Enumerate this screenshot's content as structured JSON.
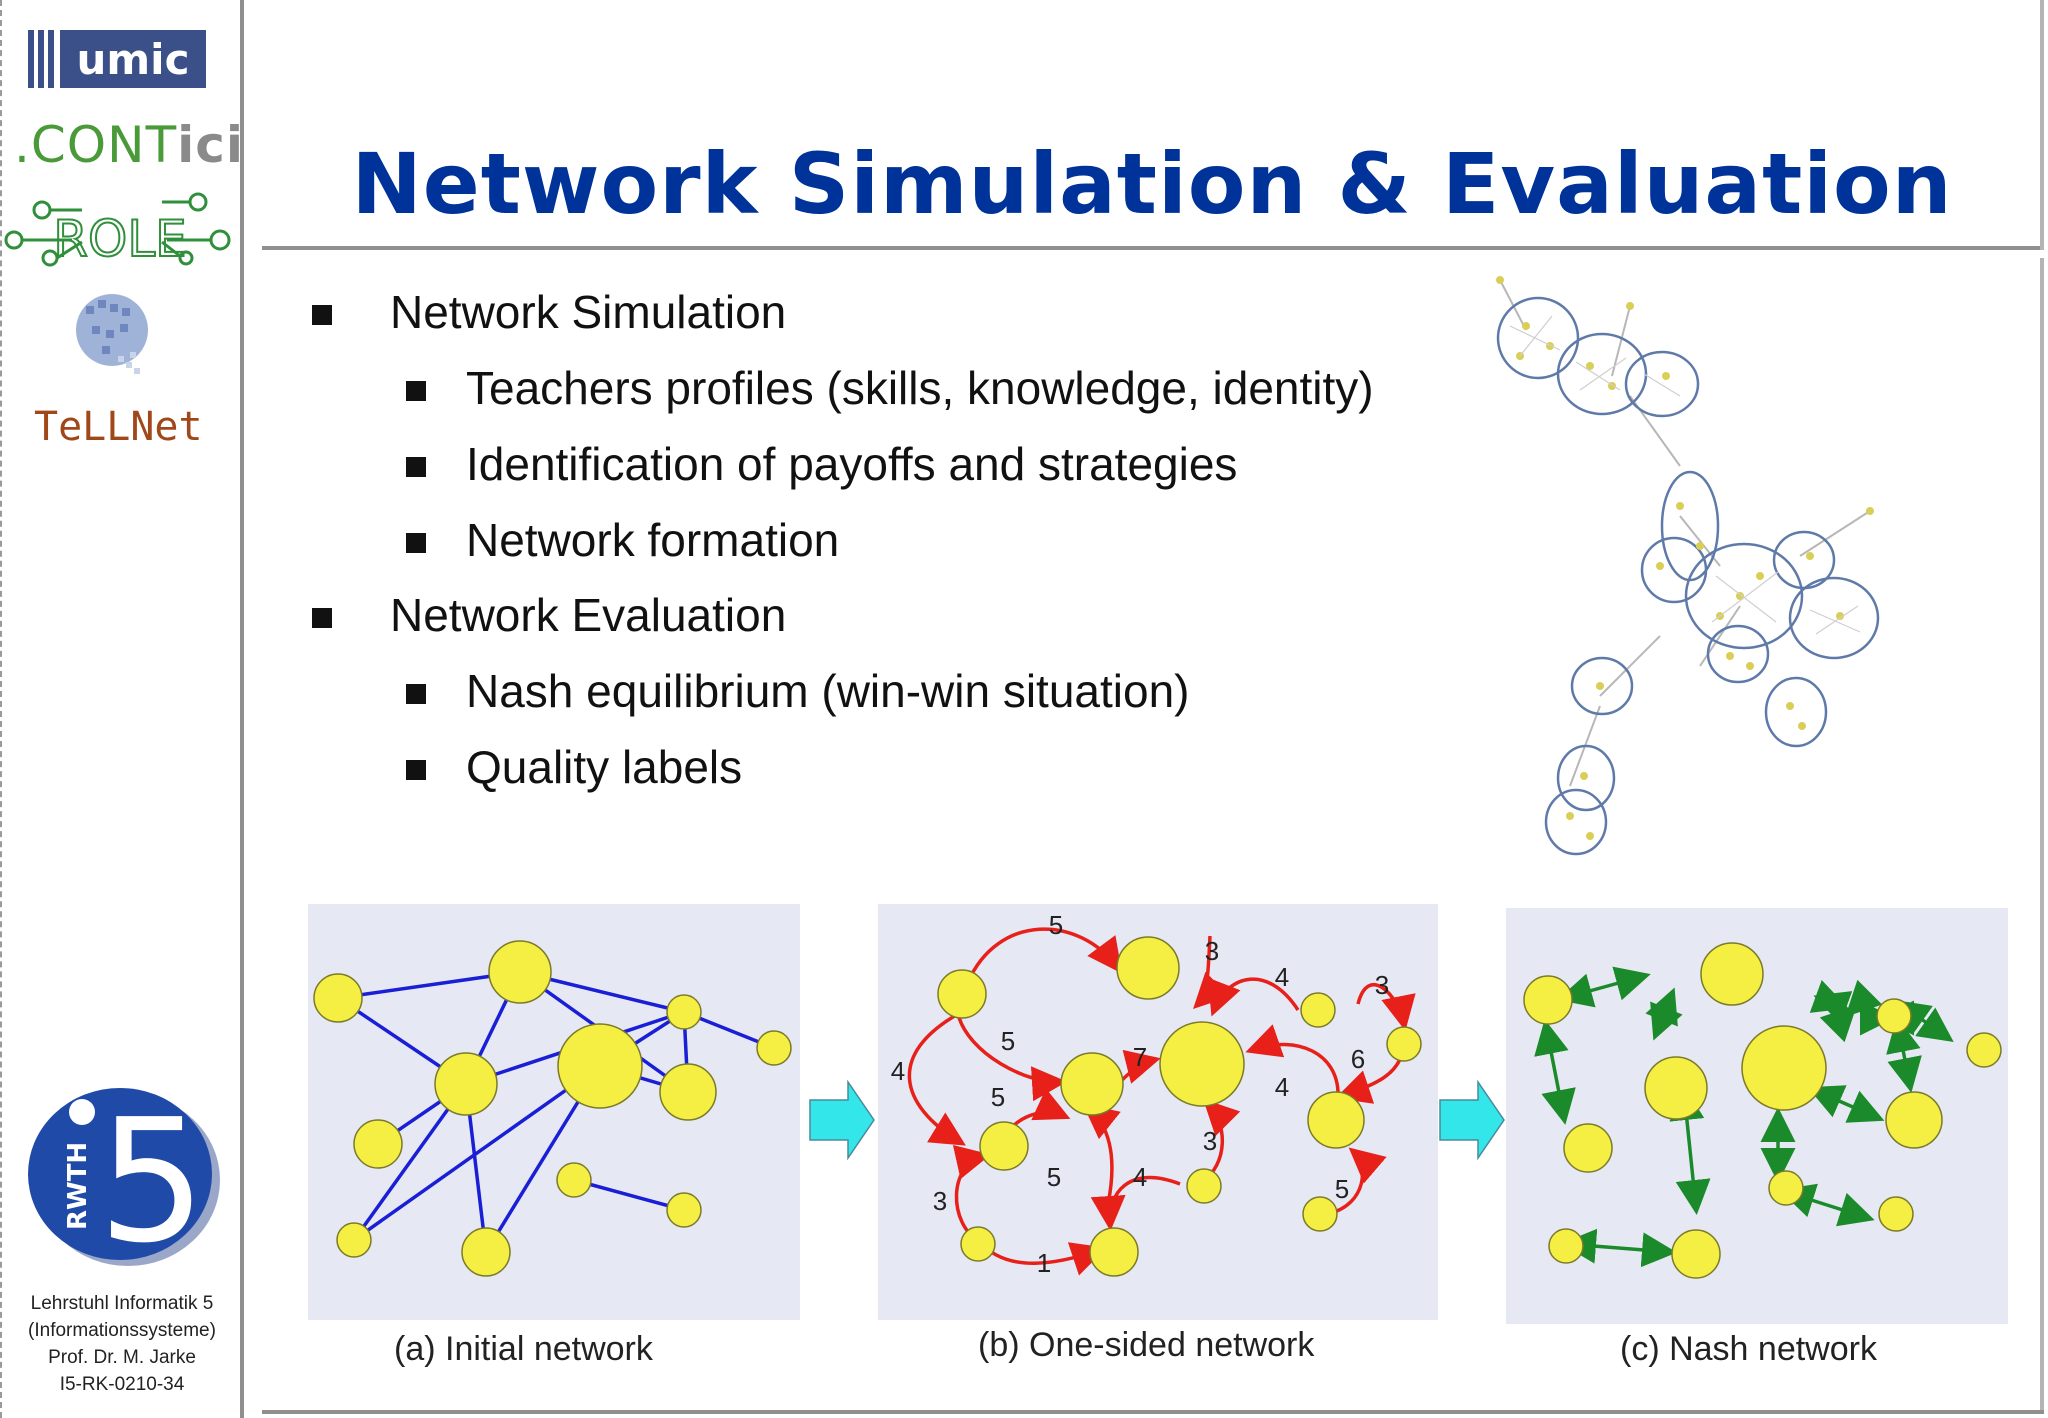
{
  "slide": {
    "title": "Network Simulation & Evaluation"
  },
  "sidebar": {
    "logos": {
      "umic": "umic",
      "conticl_prefix": ".CONT",
      "conticl_suffix": "ici",
      "role": "ROLE",
      "tellnet": "TeLLNet",
      "rwth_text": "RWTH",
      "rwth_number": "5"
    },
    "chair_info": [
      "Lehrstuhl Informatik 5",
      "(Informationssysteme)",
      "Prof. Dr. M. Jarke",
      "I5-RK-0210-34"
    ]
  },
  "bullets": [
    {
      "level": 1,
      "text": "Network Simulation"
    },
    {
      "level": 2,
      "text": "Teachers profiles (skills, knowledge, identity)"
    },
    {
      "level": 2,
      "text": "Identification of payoffs and strategies"
    },
    {
      "level": 2,
      "text": "Network formation"
    },
    {
      "level": 1,
      "text": "Network Evaluation"
    },
    {
      "level": 2,
      "text": "Nash equilibrium (win-win situation)"
    },
    {
      "level": 2,
      "text": "Quality labels"
    }
  ],
  "figures": {
    "captions": [
      "(a) Initial network",
      "(b) One-sided network",
      "(c) Nash network"
    ],
    "edge_labels_b": [
      "5",
      "3",
      "4",
      "3",
      "5",
      "7",
      "6",
      "4",
      "4",
      "5",
      "3",
      "5",
      "4",
      "3",
      "1",
      "5"
    ],
    "colors": {
      "panel_bg": "#e6e9f4",
      "node": "#f5ee43",
      "edge_a": "#1a1fd6",
      "edge_b": "#e8201a",
      "edge_c": "#1b8a2a",
      "arrow": "#33e6ea",
      "title": "#003399"
    }
  }
}
